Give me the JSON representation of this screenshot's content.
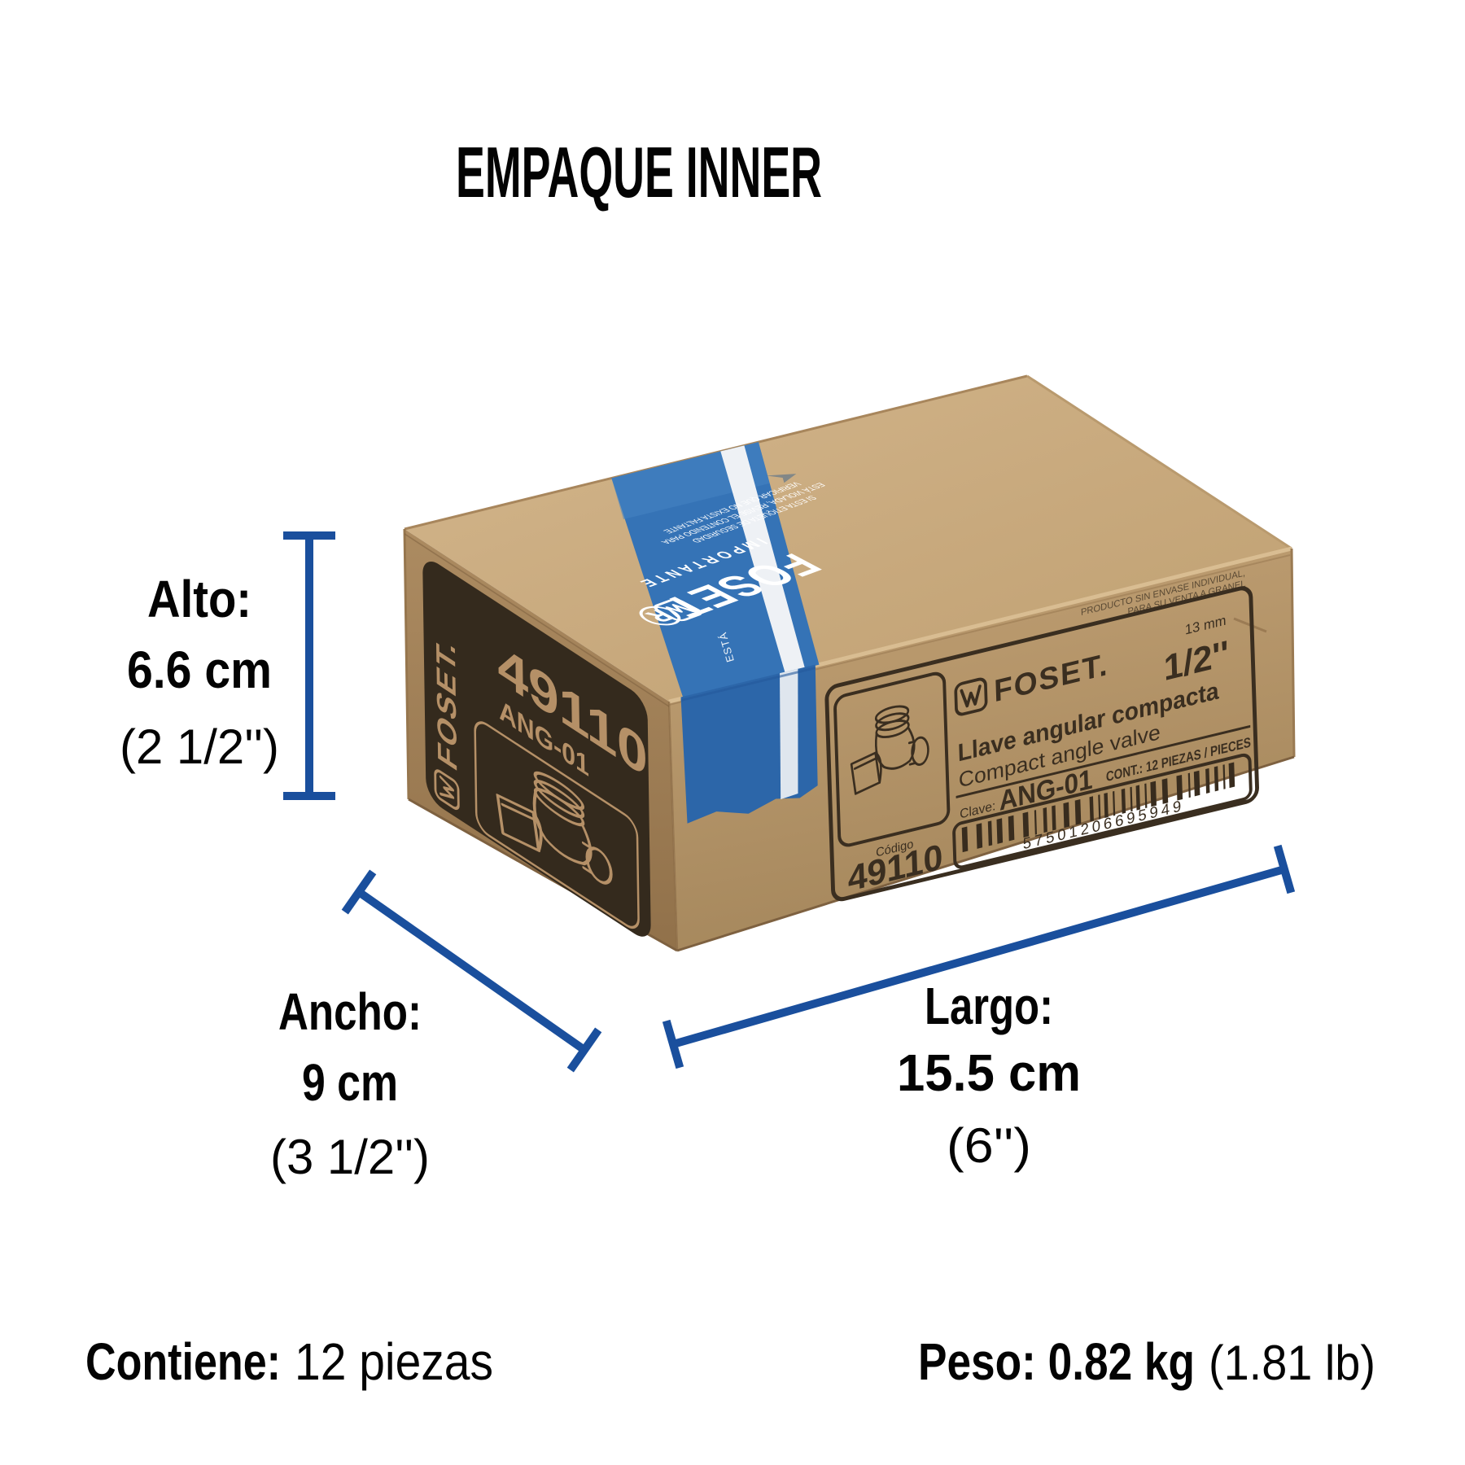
{
  "page": {
    "title": "EMPAQUE INNER"
  },
  "dimensions": {
    "alto": {
      "label": "Alto:",
      "value": "6.6 cm",
      "imperial": "(2 1/2'')"
    },
    "ancho": {
      "label": "Ancho:",
      "value": "9 cm",
      "imperial": "(3 1/2'')"
    },
    "largo": {
      "label": "Largo:",
      "value": "15.5 cm",
      "imperial": "(6'')"
    }
  },
  "footer": {
    "contains_label": "Contiene:",
    "contains_value": "12 piezas",
    "weight_label": "Peso: 0.82 kg",
    "weight_imperial": "(1.81 lb)"
  },
  "box": {
    "side_panel": {
      "brand": "FOSET.",
      "sku": "49110",
      "model": "ANG-01"
    },
    "front_label": {
      "brand": "FOSET.",
      "product_name_es": "Llave angular compacta",
      "product_name_en": "Compact angle valve",
      "size_metric": "13 mm",
      "size_imperial": "1/2''",
      "clave_label": "Clave:",
      "clave_value": "ANG-01",
      "content_text": "CONT.: 12 PIEZAS / PIECES",
      "barcode_digits": "57501206695949",
      "codigo_label": "Código",
      "codigo_value": "49110",
      "notice_line1": "PRODUCTO SIN ENVASE INDIVIDUAL,",
      "notice_line2": "PARA SU VENTA A GRANEL"
    },
    "tape": {
      "brand": "FOSET®",
      "warning_title": "IMPORTANTE",
      "warning_line1": "SI ESTA ETIQUETA DE SEGURIDAD",
      "warning_line2": "ESTÁ VIOLADA, REVISE EL CONTENIDO PARA",
      "warning_line3": "VERIFICAR QUE NO EXISTA FALTANTE",
      "side_text": "ESTÁ"
    }
  },
  "colors": {
    "dimension_blue": "#1a4f9d",
    "tape_blue": "#3573b6",
    "tape_blue_front": "#2c66a9",
    "cardboard": "#c3a277",
    "ink": "#382c1e"
  }
}
